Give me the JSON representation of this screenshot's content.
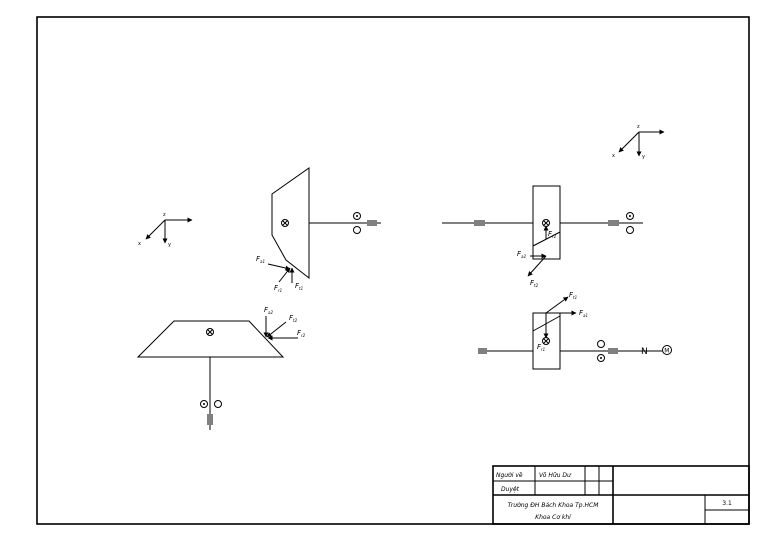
{
  "sheet": {
    "border_color": "#000000",
    "background": "#ffffff"
  },
  "axes": {
    "left": {
      "z": "z",
      "x": "x",
      "y": "y"
    },
    "right": {
      "z": "z",
      "x": "x",
      "y": "y"
    }
  },
  "forces": {
    "bevel_pinion": {
      "fa": "F",
      "fa_sub": "a1",
      "fr": "F",
      "fr_sub": "r1",
      "ft": "F",
      "ft_sub": "t1"
    },
    "bevel_gear": {
      "fa": "F",
      "fa_sub": "a2",
      "ft": "F",
      "ft_sub": "t2",
      "fr": "F",
      "fr_sub": "r2"
    },
    "gear_upper": {
      "fr": "F",
      "fr_sub": "r2",
      "fa": "F",
      "fa_sub": "a2",
      "ft": "F",
      "ft_sub": "t2"
    },
    "gear_lower": {
      "ft": "F",
      "ft_sub": "t1",
      "fa": "F",
      "fa_sub": "a1",
      "fr": "F",
      "fr_sub": "r1"
    }
  },
  "motor": {
    "coupling": "N",
    "symbol": "M"
  },
  "title_block": {
    "drawn_by_label": "Người vẽ",
    "drawn_by_name": "Võ Hữu Dư",
    "checked_label": "Duyệt",
    "school_line1": "Trường ĐH Bách Khoa Tp.HCM",
    "school_line2": "Khoa Cơ khí",
    "sheet_number": "3.1"
  }
}
